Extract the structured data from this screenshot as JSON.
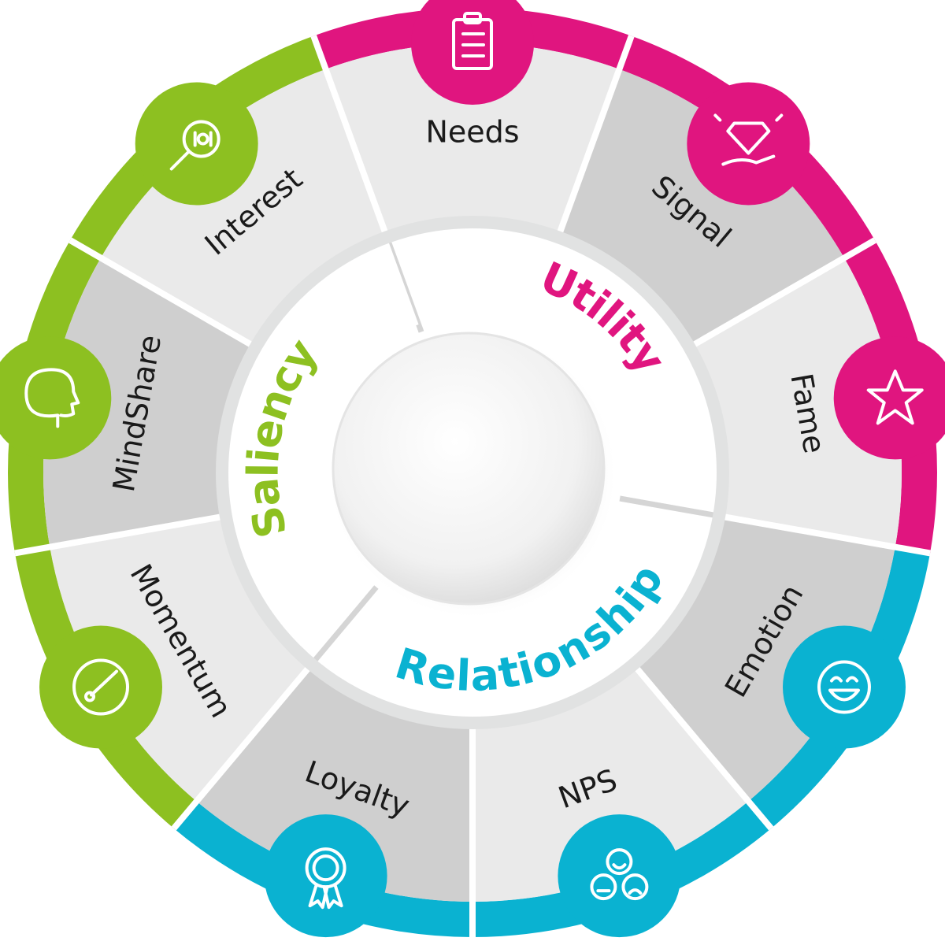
{
  "colors": {
    "saliency": "#8dc021",
    "utility": "#e0157f",
    "relationship": "#0ab2d1",
    "segment_light": "#eaeaea",
    "segment_dark": "#cfcfcf",
    "inner_ring": "#e1e2e2",
    "center": "#f4f4f4"
  },
  "groups": [
    {
      "id": "utility",
      "label": "Utility"
    },
    {
      "id": "relationship",
      "label": "Relationship"
    },
    {
      "id": "saliency",
      "label": "Saliency"
    }
  ],
  "segments": [
    {
      "label": "Needs",
      "group": "utility",
      "icon": "clipboard-checklist-icon"
    },
    {
      "label": "Signal",
      "group": "utility",
      "icon": "diamond-in-hand-icon"
    },
    {
      "label": "Fame",
      "group": "utility",
      "icon": "star-icon"
    },
    {
      "label": "Emotion",
      "group": "relationship",
      "icon": "laughing-face-icon"
    },
    {
      "label": "NPS",
      "group": "relationship",
      "icon": "three-faces-icon"
    },
    {
      "label": "Loyalty",
      "group": "relationship",
      "icon": "award-rosette-icon"
    },
    {
      "label": "Momentum",
      "group": "saliency",
      "icon": "speedometer-icon"
    },
    {
      "label": "MindShare",
      "group": "saliency",
      "icon": "head-profile-icon"
    },
    {
      "label": "Interest",
      "group": "saliency",
      "icon": "magnifier-binary-icon"
    }
  ]
}
